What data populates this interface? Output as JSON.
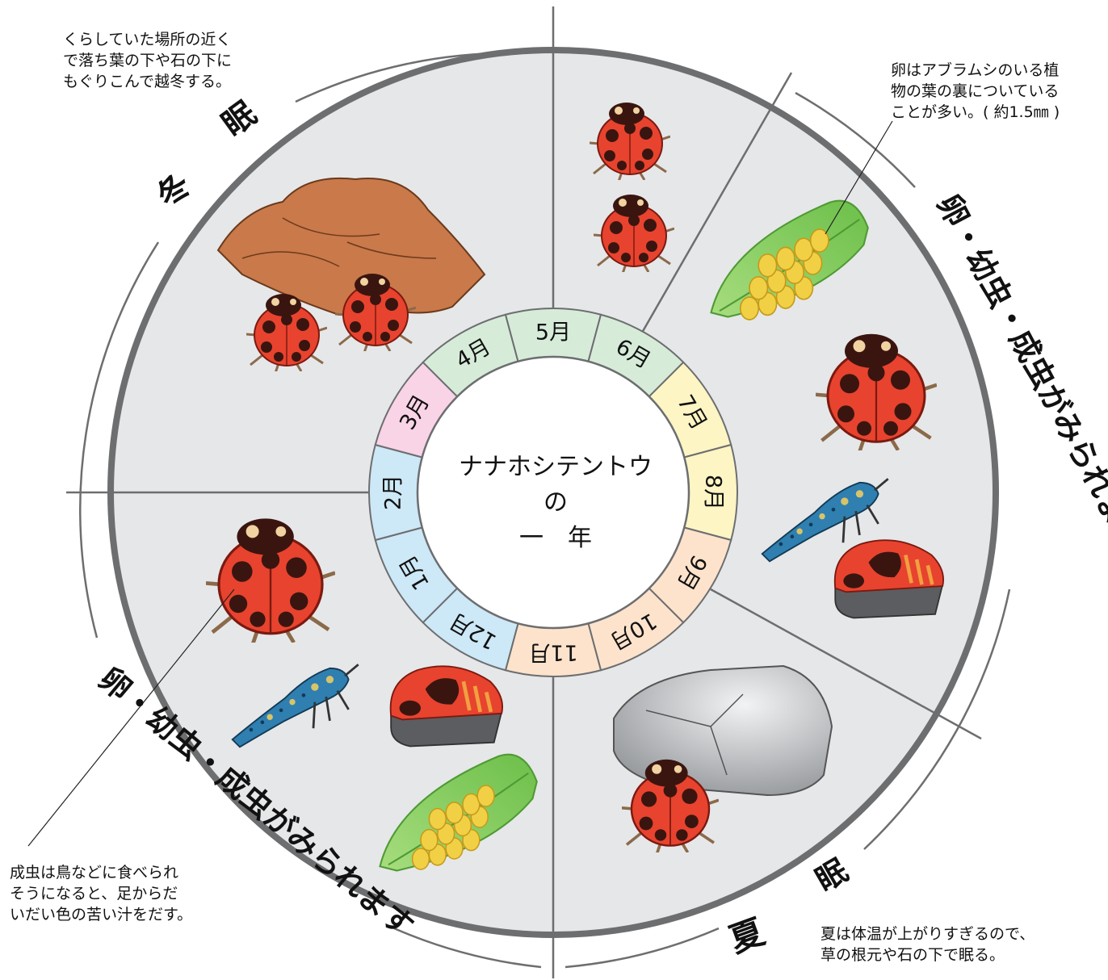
{
  "center_title": {
    "line1": "ナナホシテントウ",
    "line2": "の",
    "line3": "一　年"
  },
  "months": [
    {
      "id": "m1",
      "label": "1月",
      "color": "#cde8f7"
    },
    {
      "id": "m2",
      "label": "2月",
      "color": "#cde8f7"
    },
    {
      "id": "m3",
      "label": "3月",
      "color": "#f9d3e6"
    },
    {
      "id": "m4",
      "label": "4月",
      "color": "#d6ecd9"
    },
    {
      "id": "m5",
      "label": "5月",
      "color": "#d6ecd9"
    },
    {
      "id": "m6",
      "label": "6月",
      "color": "#d6ecd9"
    },
    {
      "id": "m7",
      "label": "7月",
      "color": "#fdf5c4"
    },
    {
      "id": "m8",
      "label": "8月",
      "color": "#fdf5c4"
    },
    {
      "id": "m9",
      "label": "9月",
      "color": "#fde3cc"
    },
    {
      "id": "m10",
      "label": "10月",
      "color": "#fde3cc"
    },
    {
      "id": "m11",
      "label": "11月",
      "color": "#fde3cc"
    },
    {
      "id": "m12",
      "label": "12月",
      "color": "#cde8f7"
    }
  ],
  "season_labels": {
    "winter_a": "冬",
    "winter_b": "眠",
    "spring": "卵・幼虫・成虫がみられます",
    "summer_a": "夏",
    "summer_b": "眠",
    "autumn": "卵・幼虫・成虫がみられます"
  },
  "notes": {
    "winter": "くらしていた場所の近く\nで落ち葉の下や石の下に\nもぐりこんで越冬する。",
    "spring": "卵はアブラムシのいる植\n物の葉の裏についている\nことが多い。( 約1.5㎜ )",
    "summer": "夏は体温が上がりすぎるので、\n草の根元や石の下で眠る。",
    "autumn": "成虫は鳥などに食べられ\nそうになると、足からだ\nいだい色の苦い汁をだす。"
  },
  "colors": {
    "wheel_bg": "#e6e7e9",
    "wheel_border": "#6d6e70",
    "ladybug_red": "#e8432e",
    "ladybug_spot": "#3a1510",
    "leaf_green": "#8fd16a",
    "egg_yellow": "#f2d046",
    "larva_blue": "#2f7fb0",
    "rock_gray": "#a9acb0",
    "dead_leaf": "#c9794a"
  }
}
